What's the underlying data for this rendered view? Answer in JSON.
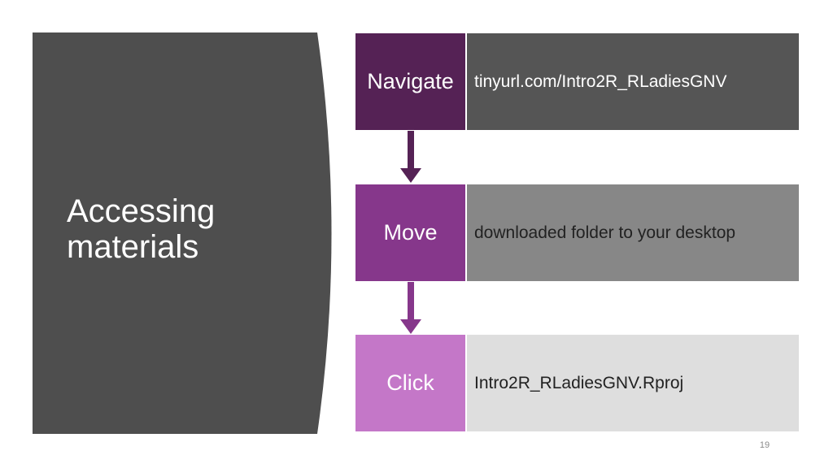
{
  "slide": {
    "title_line1": "Accessing",
    "title_line2": "materials",
    "page_number": "19"
  },
  "steps": [
    {
      "label": "Navigate",
      "detail": "tinyurl.com/Intro2R_RLadiesGNV",
      "label_color": "#552255",
      "detail_color": "#555555",
      "detail_text_color": "#ffffff"
    },
    {
      "label": "Move",
      "detail": "downloaded folder to your desktop",
      "label_color": "#86378b",
      "detail_color": "#878787",
      "detail_text_color": "#222222"
    },
    {
      "label": "Click",
      "detail": "Intro2R_RLadiesGNV.Rproj",
      "label_color": "#c477c8",
      "detail_color": "#dedede",
      "detail_text_color": "#222222"
    }
  ],
  "colors": {
    "left_panel": "#4e4e4e",
    "arrow1": "#552255",
    "arrow2": "#86378b"
  },
  "icons": {
    "arrow1": "arrow-down-icon",
    "arrow2": "arrow-down-icon"
  }
}
